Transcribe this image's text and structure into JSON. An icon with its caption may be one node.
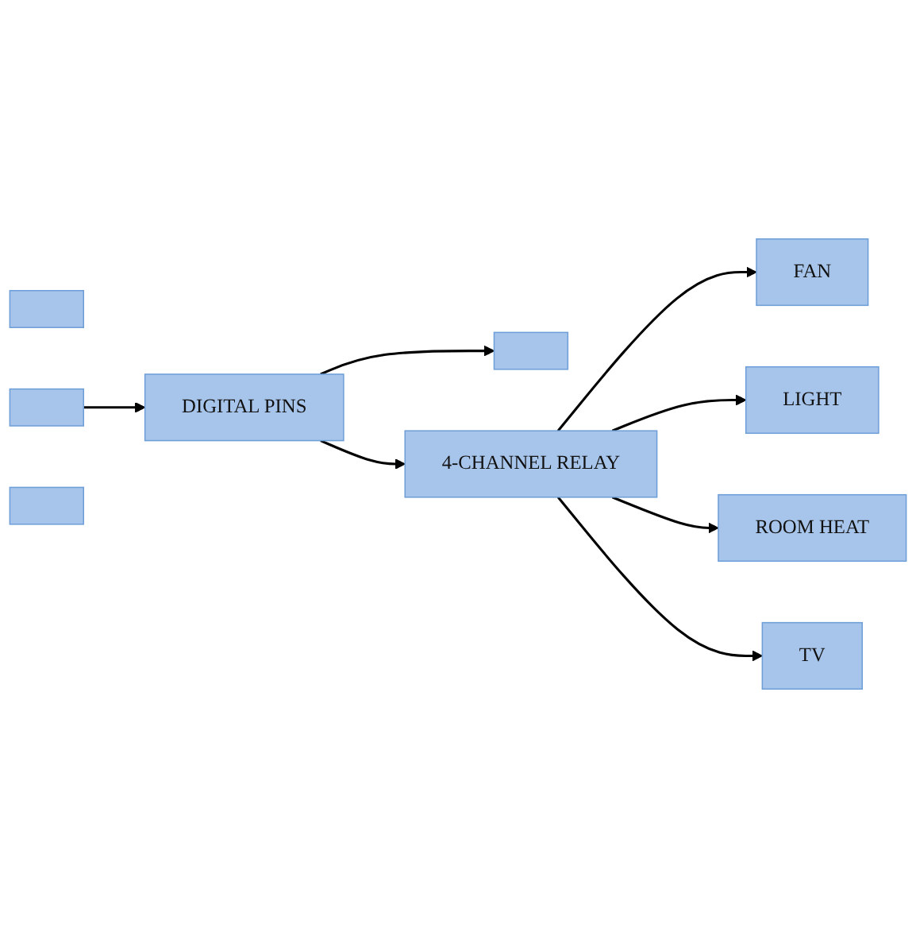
{
  "diagram": {
    "nodes": [
      {
        "text": [],
        "shape": "box"
      },
      {
        "text": [],
        "shape": "box"
      },
      {
        "text": [],
        "shape": "box"
      },
      {
        "text": [
          "DIGITAL PINS"
        ]
      },
      {
        "text": [],
        "shape": "box"
      },
      {
        "text": [
          "4-CHANNEL RELAY"
        ]
      },
      {
        "text": [
          "FAN"
        ]
      },
      {
        "text": [
          "LIGHT"
        ]
      },
      {
        "text": [
          "ROOM HEAT"
        ]
      },
      {
        "text": [
          "TV"
        ]
      }
    ],
    "edges": [
      {
        "from": 1,
        "to": 3,
        "arrow": "to"
      },
      {
        "from": 3,
        "to": 4,
        "arrow": "to"
      },
      {
        "from": 3,
        "to": 5,
        "arrow": "to"
      },
      {
        "from": 5,
        "to": 6,
        "arrow": "to"
      },
      {
        "from": 5,
        "to": 7,
        "arrow": "to"
      },
      {
        "from": 5,
        "to": 8,
        "arrow": "to"
      },
      {
        "from": 5,
        "to": 9,
        "arrow": "to"
      }
    ]
  }
}
